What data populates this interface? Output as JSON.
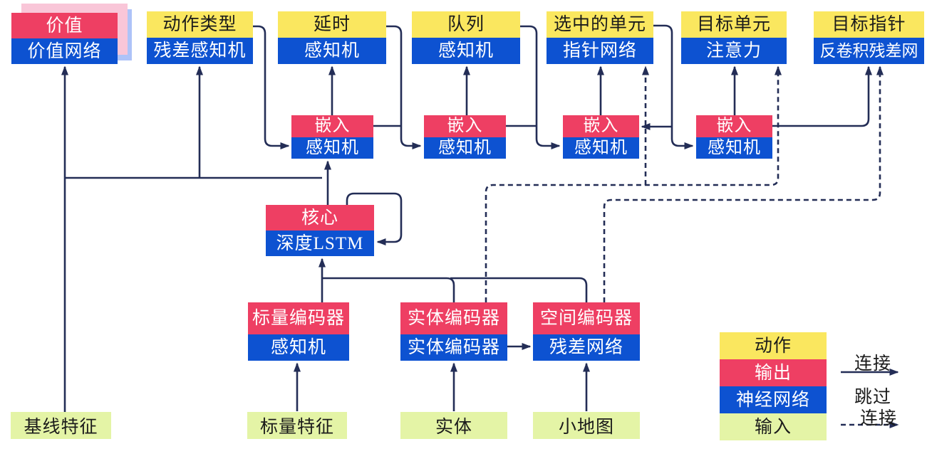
{
  "diagram": {
    "title_hint": "agent-architecture-diagram",
    "heads": [
      {
        "label": "价值",
        "sublabel": "价值网络"
      },
      {
        "label": "动作类型",
        "sublabel": "残差感知机"
      },
      {
        "label": "延时",
        "sublabel": "感知机"
      },
      {
        "label": "队列",
        "sublabel": "感知机"
      },
      {
        "label": "选中的单元",
        "sublabel": "指针网络"
      },
      {
        "label": "目标单元",
        "sublabel": "注意力"
      },
      {
        "label": "目标指针",
        "sublabel": "反卷积残差网"
      }
    ],
    "embeds": [
      {
        "label": "嵌入",
        "sublabel": "感知机"
      },
      {
        "label": "嵌入",
        "sublabel": "感知机"
      },
      {
        "label": "嵌入",
        "sublabel": "感知机"
      },
      {
        "label": "嵌入",
        "sublabel": "感知机"
      }
    ],
    "core": {
      "label": "核心",
      "sublabel": "深度LSTM"
    },
    "encoders": [
      {
        "label": "标量编码器",
        "sublabel": "感知机"
      },
      {
        "label": "实体编码器",
        "sublabel": "实体编码器"
      },
      {
        "label": "空间编码器",
        "sublabel": "残差网络"
      }
    ],
    "inputs": [
      "基线特征",
      "标量特征",
      "实体",
      "小地图"
    ],
    "legend": {
      "items": [
        {
          "label": "动作",
          "color": "#FAE75F"
        },
        {
          "label": "输出",
          "color": "#EE3F63"
        },
        {
          "label": "神经网络",
          "color": "#0D52D1"
        },
        {
          "label": "输入",
          "color": "#E4F4A6"
        }
      ],
      "solid_label": "连接",
      "dashed_label_line1": "跳过",
      "dashed_label_line2": "连接"
    },
    "colors": {
      "action_yellow": "#FAE75F",
      "output_pink": "#EE3F63",
      "network_blue": "#0D52D1",
      "input_green": "#E4F4A6",
      "stack_shadow_pink": "#F9C6D8",
      "stack_shadow_blue": "#AEC3F8",
      "wire_navy": "#232D56"
    }
  }
}
